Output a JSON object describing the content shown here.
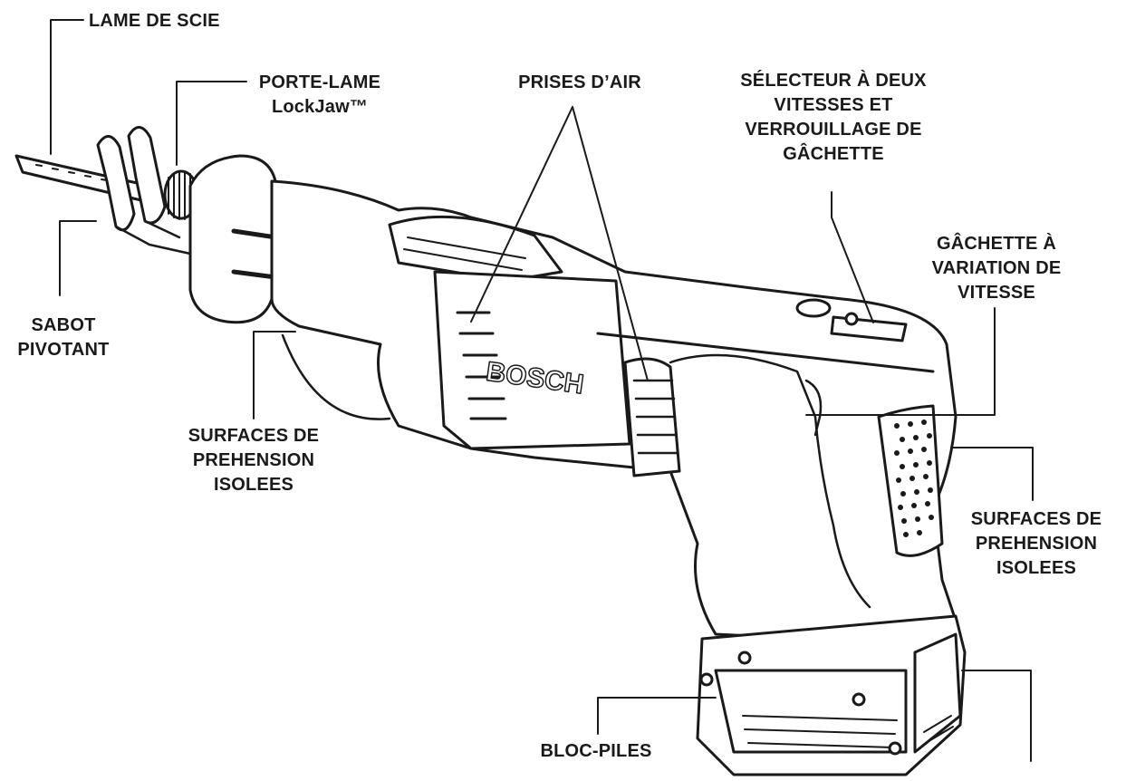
{
  "labels": {
    "blade": [
      "LAME DE SCIE"
    ],
    "blade_clamp": [
      "PORTE-LAME",
      "LockJaw™"
    ],
    "air_vents": [
      "PRISES D’AIR"
    ],
    "speed_selector": [
      "SÉLECTEUR À DEUX",
      "VITESSES ET",
      "VERROUILLAGE DE",
      "GÂCHETTE"
    ],
    "variable_trigger": [
      "GÂCHETTE À",
      "VARIATION DE",
      "VITESSE"
    ],
    "pivoting_shoe": [
      "SABOT",
      "PIVOTANT"
    ],
    "grip_front": [
      "SURFACES DE",
      "PREHENSION",
      "ISOLEES"
    ],
    "grip_rear": [
      "SURFACES DE",
      "PREHENSION",
      "ISOLEES"
    ],
    "battery": [
      "BLOC-PILES"
    ]
  },
  "brand_text": "BOSCH",
  "colors": {
    "ink": "#1a1a1a",
    "background": "#ffffff"
  }
}
